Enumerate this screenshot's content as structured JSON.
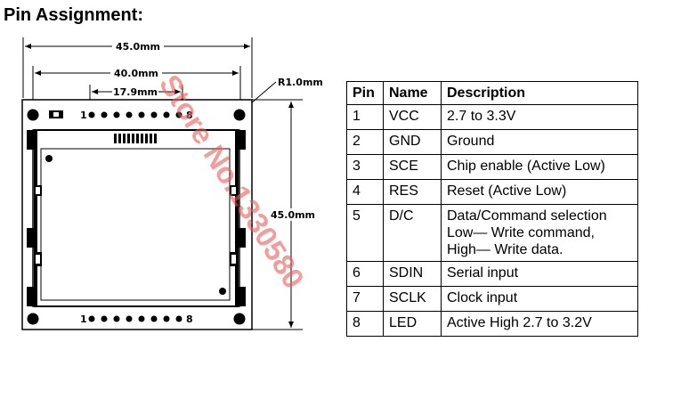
{
  "title": "Pin Assignment:",
  "dimensions": {
    "overall_width": "45.0mm",
    "hole_spacing": "40.0mm",
    "pin_span": "17.9mm",
    "hole_radius": "R1.0mm",
    "overall_height": "45.0mm"
  },
  "board": {
    "pin_start": "1",
    "pin_end": "8"
  },
  "table": {
    "headers": {
      "pin": "Pin",
      "name": "Name",
      "description": "Description"
    },
    "rows": [
      {
        "pin": "1",
        "name": "VCC",
        "desc": [
          "2.7 to 3.3V"
        ]
      },
      {
        "pin": "2",
        "name": "GND",
        "desc": [
          "Ground"
        ]
      },
      {
        "pin": "3",
        "name": "SCE",
        "desc": [
          "Chip enable  (Active Low)"
        ]
      },
      {
        "pin": "4",
        "name": "RES",
        "desc": [
          "Reset  (Active Low)"
        ]
      },
      {
        "pin": "5",
        "name": "D/C",
        "desc": [
          "Data/Command selection",
          "Low— Write command,",
          "High— Write data."
        ]
      },
      {
        "pin": "6",
        "name": "SDIN",
        "desc": [
          "Serial input"
        ]
      },
      {
        "pin": "7",
        "name": "SCLK",
        "desc": [
          "Clock input"
        ]
      },
      {
        "pin": "8",
        "name": "LED",
        "desc": [
          "Active High 2.7 to 3.2V"
        ]
      }
    ]
  },
  "watermark": "Store No.1330580",
  "colors": {
    "watermark": "#eb5a5a",
    "lines": "#000000"
  }
}
